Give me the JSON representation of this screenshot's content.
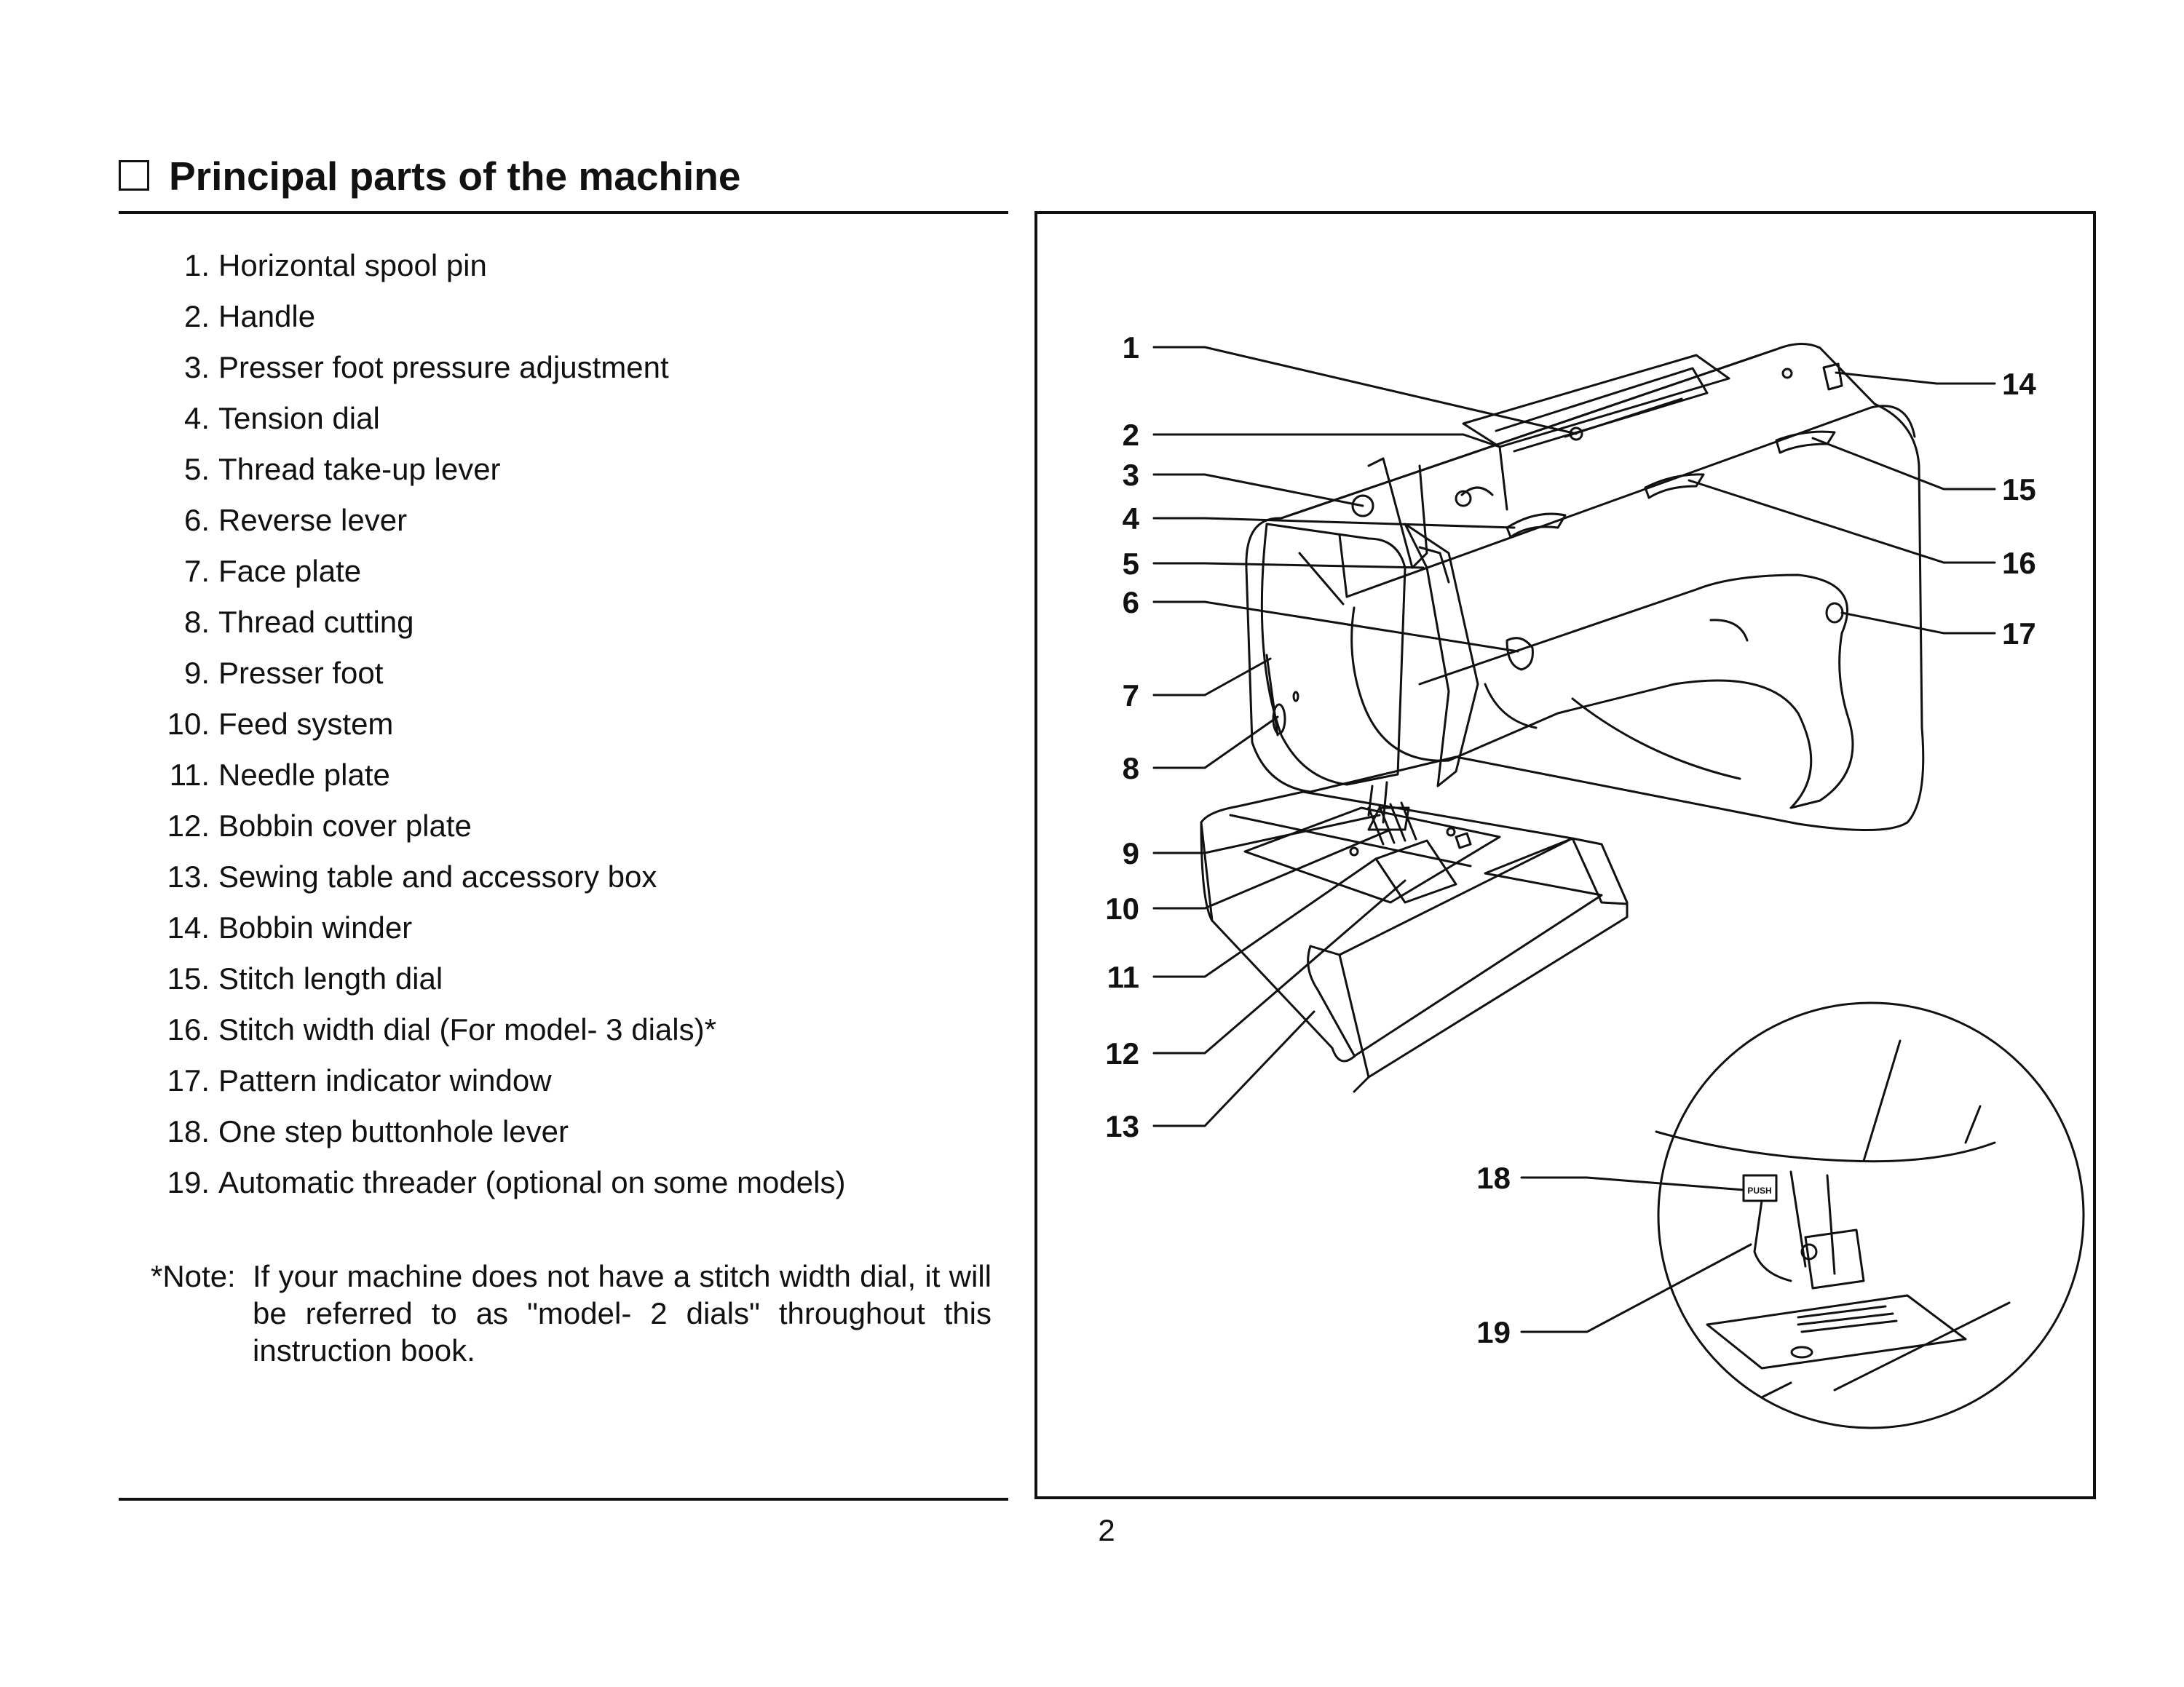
{
  "header": {
    "checkbox_icon": "empty-square-icon",
    "title": "Principal parts of the machine"
  },
  "parts": [
    {
      "num": "1.",
      "label": "Horizontal spool pin"
    },
    {
      "num": "2.",
      "label": "Handle"
    },
    {
      "num": "3.",
      "label": "Presser foot pressure adjustment"
    },
    {
      "num": "4.",
      "label": "Tension dial"
    },
    {
      "num": "5.",
      "label": "Thread take-up lever"
    },
    {
      "num": "6.",
      "label": "Reverse lever"
    },
    {
      "num": "7.",
      "label": "Face plate"
    },
    {
      "num": "8.",
      "label": "Thread cutting"
    },
    {
      "num": "9.",
      "label": "Presser foot"
    },
    {
      "num": "10.",
      "label": "Feed system"
    },
    {
      "num": "11.",
      "label": "Needle plate"
    },
    {
      "num": "12.",
      "label": "Bobbin cover plate"
    },
    {
      "num": "13.",
      "label": "Sewing table and accessory box"
    },
    {
      "num": "14.",
      "label": "Bobbin winder"
    },
    {
      "num": "15.",
      "label": "Stitch length dial"
    },
    {
      "num": "16.",
      "label": "Stitch width dial (For model- 3 dials)*"
    },
    {
      "num": "17.",
      "label": "Pattern indicator window"
    },
    {
      "num": "18.",
      "label": "One step buttonhole lever"
    },
    {
      "num": "19.",
      "label": "Automatic threader (optional on some models)"
    }
  ],
  "note": {
    "prefix": "*Note:",
    "text": "If your machine does not have a stitch width dial, it will be referred to as \"model- 2 dials\" throughout this instruction book."
  },
  "figure": {
    "callouts": [
      "1",
      "2",
      "3",
      "4",
      "5",
      "6",
      "7",
      "8",
      "9",
      "10",
      "11",
      "12",
      "13",
      "14",
      "15",
      "16",
      "17",
      "18",
      "19"
    ],
    "detail_button_label": "PUSH"
  },
  "page_number": "2"
}
